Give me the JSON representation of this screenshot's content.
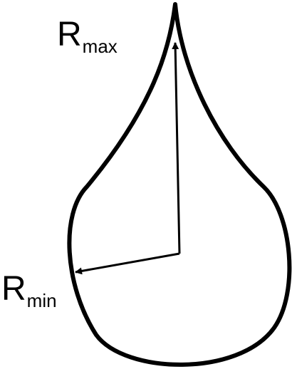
{
  "diagram": {
    "rmax_label": {
      "main": "R",
      "sub": "max"
    },
    "rmin_label": {
      "main": "R",
      "sub": "min"
    },
    "stroke_color": "#000000",
    "background_color": "#ffffff"
  }
}
